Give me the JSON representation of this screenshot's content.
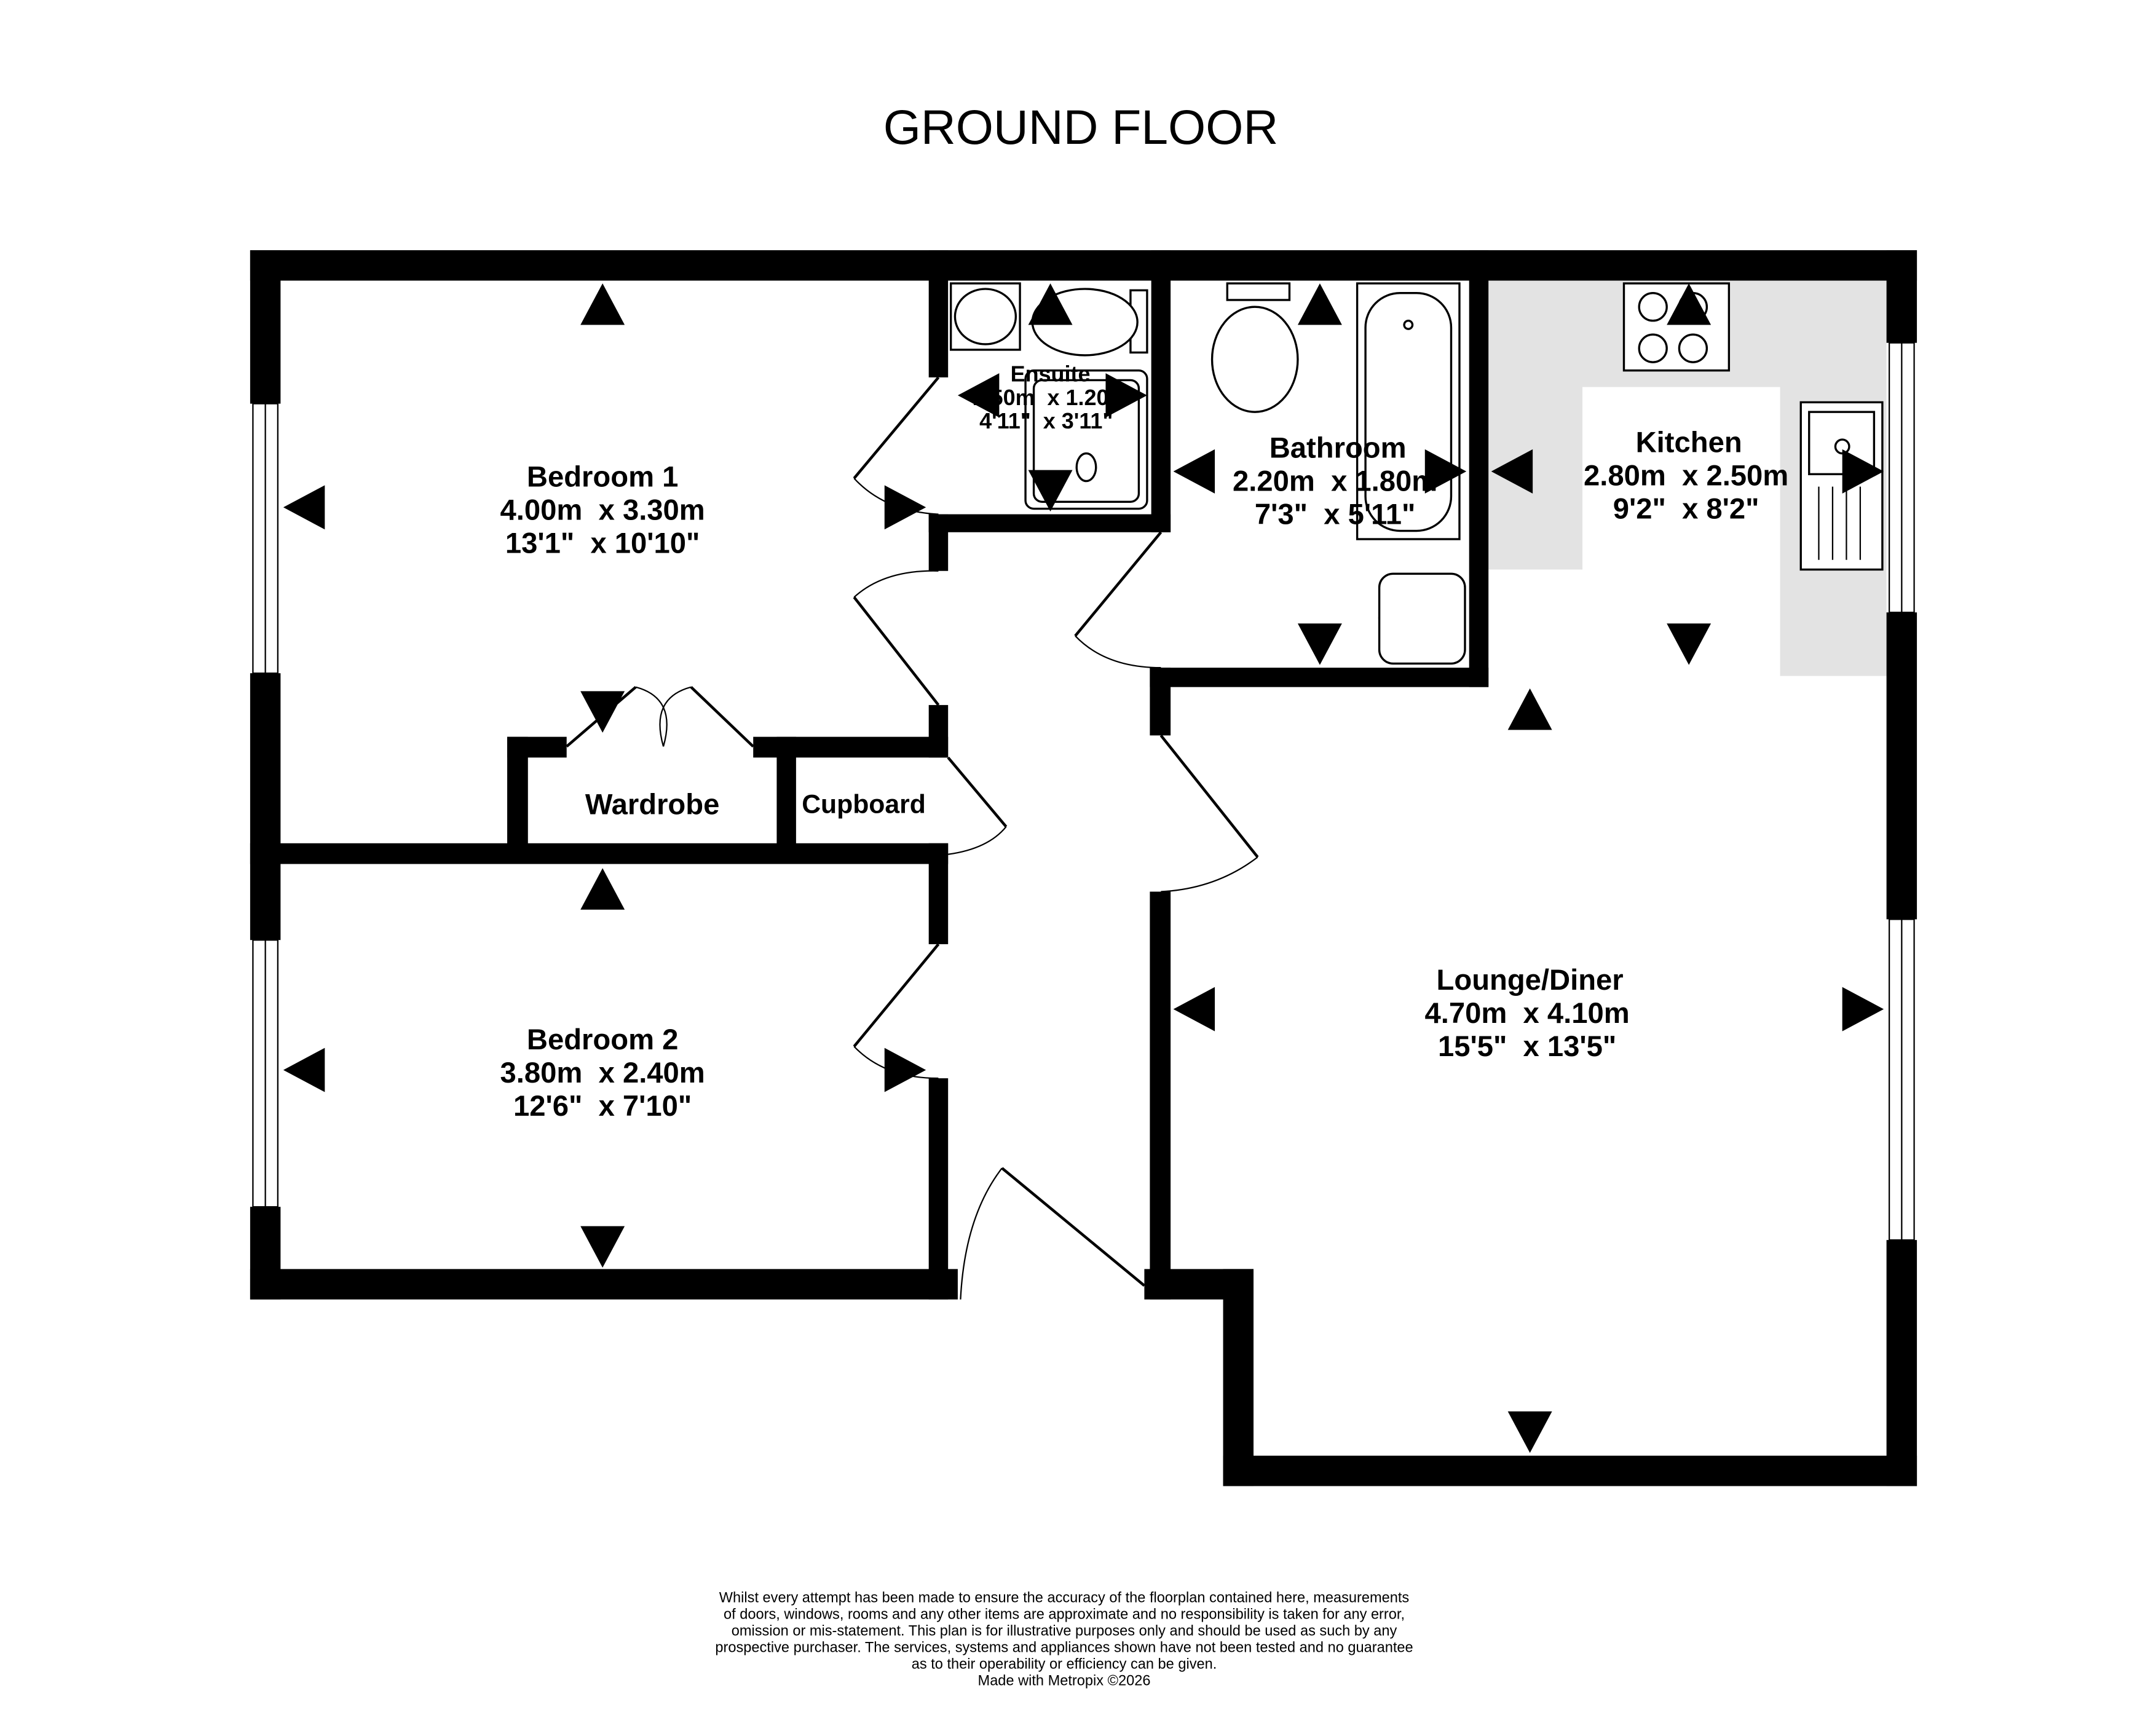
{
  "title": "GROUND FLOOR",
  "rooms": [
    {
      "name": "Bedroom 1",
      "metric": "4.00m  x 3.30m",
      "imperial": "13'1\"  x 10'10\""
    },
    {
      "name": "Bedroom 2",
      "metric": "3.80m  x 2.40m",
      "imperial": "12'6\"  x 7'10\""
    },
    {
      "name": "Ensuite",
      "metric": "1.50m  x 1.20m",
      "imperial": "4'11\"  x 3'11\""
    },
    {
      "name": "Bathroom",
      "metric": "2.20m  x 1.80m",
      "imperial": "7'3\"  x 5'11\""
    },
    {
      "name": "Kitchen",
      "metric": "2.80m  x 2.50m",
      "imperial": "9'2\"  x 8'2\""
    },
    {
      "name": "Lounge/Diner",
      "metric": "4.70m  x 4.10m",
      "imperial": "15'5\"  x 13'5\""
    }
  ],
  "labels": {
    "wardrobe": "Wardrobe",
    "cupboard": "Cupboard"
  },
  "disclaimer": [
    "Whilst every attempt has been made to ensure the accuracy of the floorplan contained here, measurements",
    "of doors, windows, rooms and any other items are approximate and no responsibility is taken for any error,",
    "omission or mis-statement. This plan is for illustrative purposes only and should be used as such by any",
    "prospective purchaser. The services, systems and appliances shown have not been tested and no guarantee",
    "as to their operability or efficiency can be given.",
    "Made with Metropix ©2026"
  ]
}
